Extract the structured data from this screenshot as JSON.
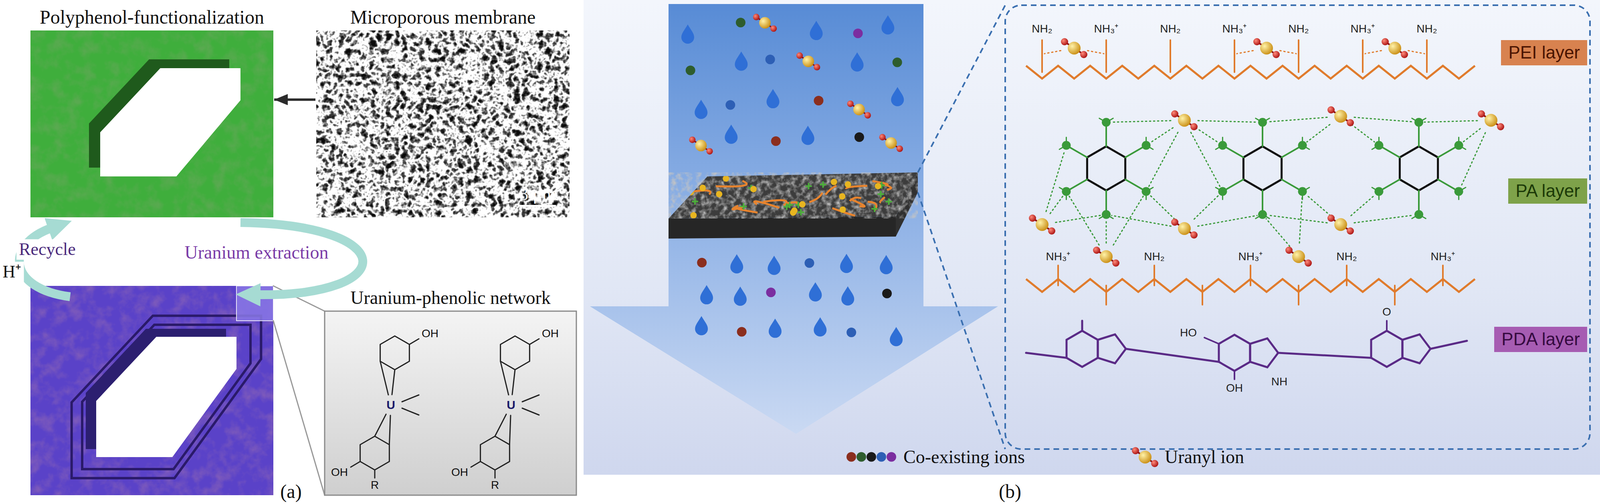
{
  "diagram": {
    "nodes": [
      {
        "text": [
          "Polyphenol-functionalization"
        ]
      },
      {
        "text": [
          "Microporous membrane",
          "3 μm"
        ]
      },
      {
        "text": [
          "Uranium-phenolic network"
        ]
      },
      {
        "text": [
          "PEI layer"
        ]
      },
      {
        "text": [
          "PA layer"
        ]
      },
      {
        "text": [
          "PDA layer"
        ]
      }
    ],
    "edges": [
      {
        "from": 1,
        "to": 0,
        "arrow": "to"
      }
    ],
    "labels": [
      "Recycle",
      "H⁺",
      "Uranium extraction",
      "(a)",
      "(b)",
      "OH",
      "OH",
      "R",
      "U",
      "OH",
      "OH",
      "R",
      "U",
      "NH₂",
      "NH₃⁺",
      "NH₂",
      "NH₃⁺",
      "NH₂",
      "NH₃⁺",
      "NH₂",
      "NH₃⁺",
      "NH₂",
      "NH₃⁺",
      "NH₂",
      "NH₃⁺",
      "HO",
      "OH",
      "NH",
      "O"
    ],
    "legend": [
      {
        "text": "Co-existing ions"
      },
      {
        "text": "Uranyl ion"
      }
    ]
  }
}
